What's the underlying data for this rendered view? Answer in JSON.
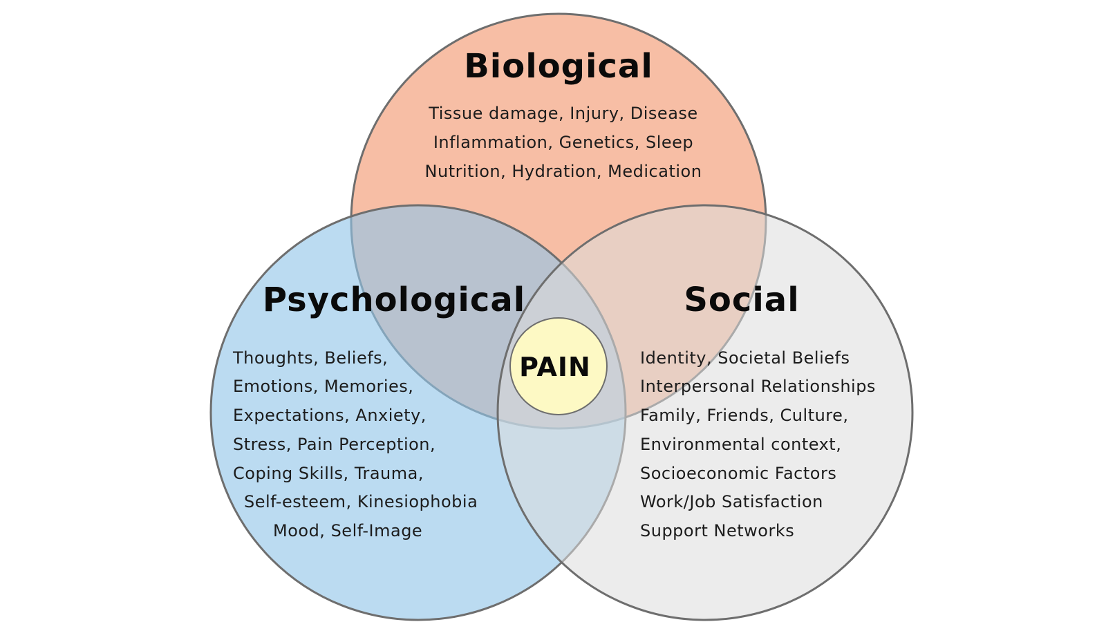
{
  "biological": {
    "title": "Biological",
    "items": [
      "Tissue damage, Injury, Disease",
      "Inflammation, Genetics, Sleep",
      "Nutrition, Hydration, Medication"
    ]
  },
  "psychological": {
    "title": "Psychological",
    "items": [
      "Thoughts, Beliefs,",
      "Emotions, Memories,",
      "Expectations, Anxiety,",
      "Stress, Pain Perception,",
      "Coping Skills, Trauma,",
      "Self-esteem, Kinesiophobia",
      "Mood, Self-Image"
    ]
  },
  "social": {
    "title": "Social",
    "items": [
      "Identity, Societal Beliefs",
      "Interpersonal Relationships",
      "Family, Friends, Culture,",
      "Environmental context,",
      "Socioeconomic Factors",
      "Work/Job Satisfaction",
      "Support Networks"
    ]
  },
  "center": {
    "label": "PAIN"
  },
  "colors": {
    "biological": "#f4a582",
    "psychological": "#92c5e8",
    "social": "#dcdcdc",
    "center": "#fdf9c4",
    "outline": "#6e6e6e"
  }
}
